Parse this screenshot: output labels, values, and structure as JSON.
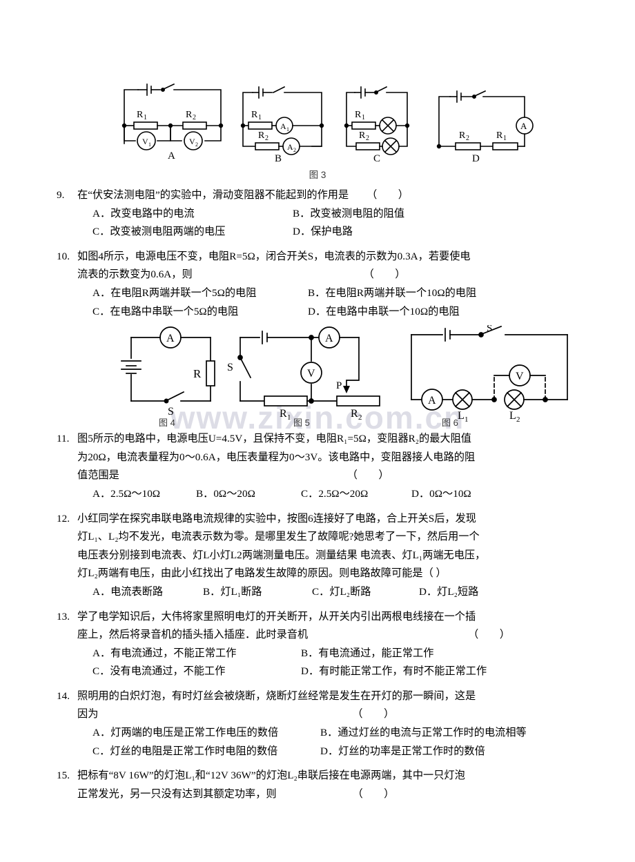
{
  "watermark": "www.zixin.com.cn",
  "figures": {
    "fig3": {
      "caption": "图 3",
      "options": [
        {
          "label": "A",
          "elements": [
            "R1",
            "R2",
            "V1",
            "V2"
          ]
        },
        {
          "label": "B",
          "elements": [
            "R1",
            "R2",
            "A1",
            "A2"
          ]
        },
        {
          "label": "C",
          "elements": [
            "R1",
            "R2",
            "lamp",
            "lamp"
          ]
        },
        {
          "label": "D",
          "elements": [
            "R2",
            "R1",
            "A"
          ]
        }
      ]
    },
    "fig4": {
      "caption": "图 4",
      "labels": {
        "ammeter": "A",
        "resistor": "R",
        "switch": "S"
      }
    },
    "fig5": {
      "caption": "图 5",
      "labels": {
        "ammeter": "A",
        "voltmeter": "V",
        "switch": "S",
        "r1": "R",
        "r1sub": "1",
        "r2": "R",
        "r2sub": "2",
        "slider": "P"
      }
    },
    "fig6": {
      "caption": "图 6",
      "labels": {
        "ammeter": "A",
        "voltmeter": "V",
        "switch": "S",
        "l1": "L",
        "l1sub": "1",
        "l2": "L",
        "l2sub": "2"
      }
    }
  },
  "questions": [
    {
      "num": "9.",
      "stem": "在“伏安法测电阻”的实验中，滑动变阻器不能起到的作用是",
      "paren": "（        ）",
      "option_lines": [
        [
          "A．改变电路中的电流",
          "B．改变被测电阻的阻值"
        ],
        [
          "C．改变被测电阻两端的电压",
          "D．保护电路"
        ]
      ]
    },
    {
      "num": "10.",
      "stem_lines": [
        "如图4所示，电源电压不变，电阻R=5Ω，闭合开关S，电流表的示数为0.3A，若要使电",
        "流表的示数变为0.6A，则"
      ],
      "paren": "（        ）",
      "option_lines": [
        [
          "A．在电阻R两端并联一个5Ω的电阻",
          "B．在电阻R两端并联一个10Ω的电阻"
        ],
        [
          "C．在电路中串联一个5Ω的电阻",
          "D．在电路中串联一个10Ω的电阻"
        ]
      ]
    },
    {
      "num": "11.",
      "stem_lines": [
        "图5所示的电路中，电源电压U=4.5V，且保持不变，电阻R₁=5Ω，变阻器R₂的最大阻值",
        "为20Ω，电流表量程为0～0.6A，电压表量程为0～3V。该电路中，变阻器接人电路的阻",
        "值范围是"
      ],
      "paren": "（        ）",
      "option_lines": [
        [
          "A．2.5Ω～10Ω",
          "B．0Ω～20Ω",
          "C．2.5Ω～20Ω",
          "D．0Ω～10Ω"
        ]
      ]
    },
    {
      "num": "12.",
      "stem_lines": [
        "小红同学在探究串联电路电流规律的实验中，按图6连接好了电路，合上开关S后，发现",
        "灯L₁、L₂均不发光，电流表示数为零。是哪里发生了故障呢?她思考了一下，然后用一个",
        "电压表分别接到电流表、灯L小灯L2两端测量电压。测量结果 电流表、灯L₁两端无电压，",
        "灯L₂两端有电压，由此小红找出了电路发生故障的原因。则电路故障可能是（        ）"
      ],
      "option_lines": [
        [
          "A．电流表断路",
          "B．灯L₁断路",
          "C．灯L₂断路",
          "D．灯L₂短路"
        ]
      ]
    },
    {
      "num": "13.",
      "stem_lines": [
        "学了电学知识后，大伟将家里照明电灯的开关断开，从开关内引出两根电线接在一个插",
        "座上，然后将录音机的插头插入插座．此时录音机"
      ],
      "paren": "（        ）",
      "option_lines": [
        [
          "A．有电流通过，不能正常工作",
          "B．有电流通过，能正常工作"
        ],
        [
          "C．没有电流通过，不能工作",
          "D．有时能正常工作，有时不能正常工作"
        ]
      ]
    },
    {
      "num": "14.",
      "stem_lines": [
        "照明用的白炽灯泡，有时灯丝会被烧断，烧断灯丝经常是发生在开灯的那一瞬间，这是",
        "因为"
      ],
      "paren": "（        ）",
      "option_lines": [
        [
          "A．灯两端的电压是正常工作电压的数倍",
          "B．通过灯丝的电流与正常工作时的电流相等"
        ],
        [
          "C．灯丝的电阻是正常工作时电阻的数倍",
          "D．灯丝的功率是正常工作时的数倍"
        ]
      ]
    },
    {
      "num": "15.",
      "stem_lines": [
        "把标有“8V 16W”的灯泡L₁和“12V 36W”的灯泡L₂串联后接在电源两端，其中一只灯泡",
        "正常发光，另一只没有达到其额定功率，则"
      ],
      "paren": "（        ）",
      "option_lines": []
    }
  ]
}
